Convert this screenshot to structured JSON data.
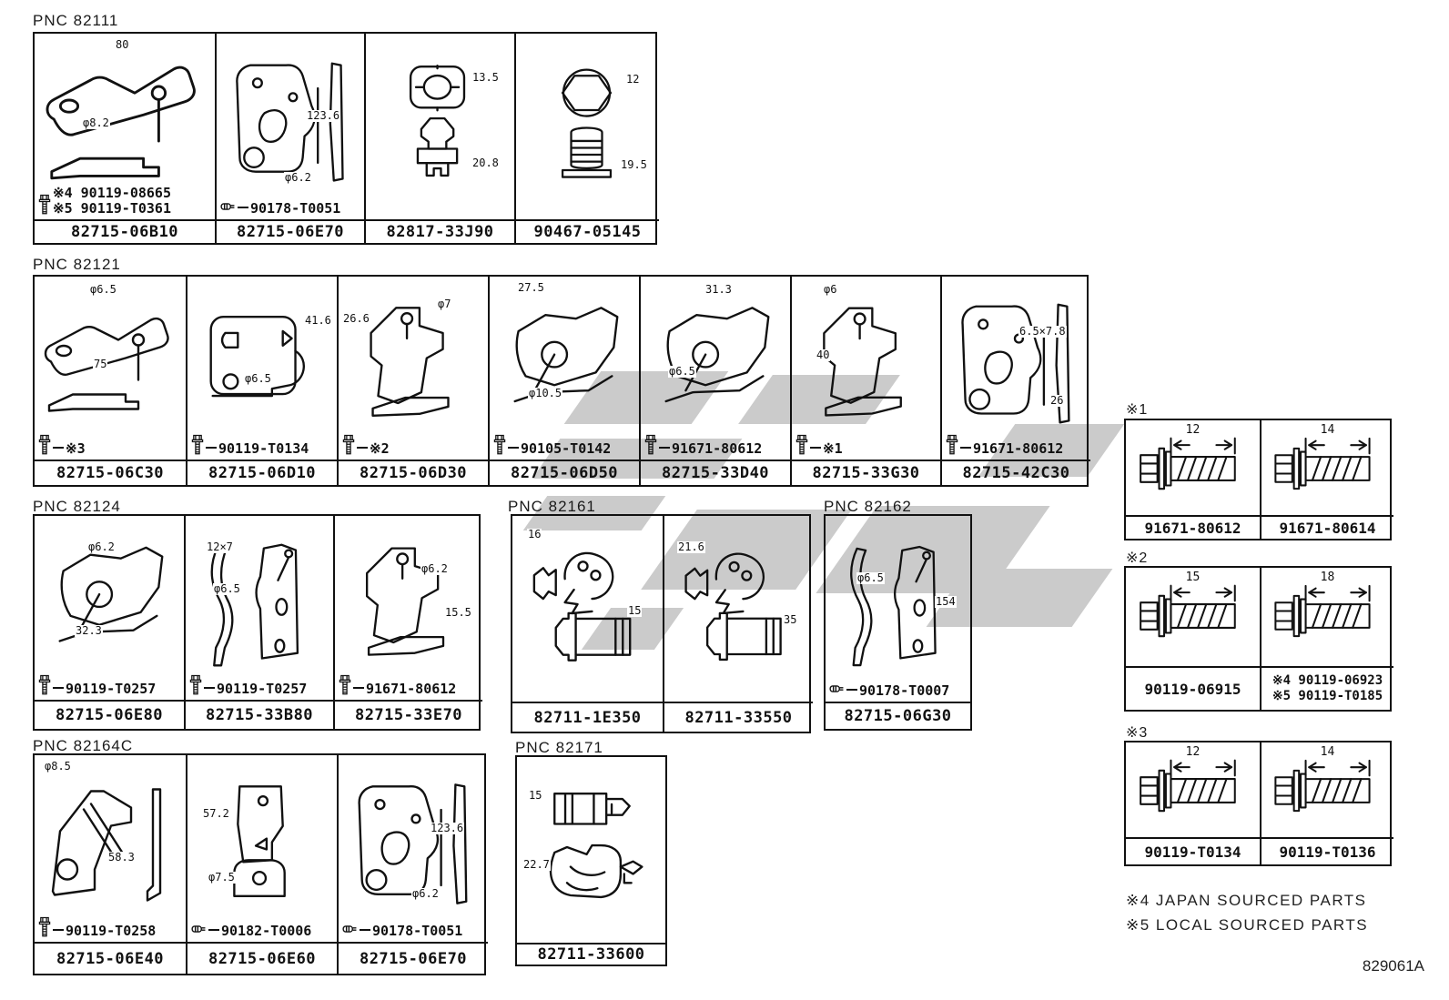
{
  "doc_number": "829061A",
  "notes": {
    "n4": "※4 JAPAN SOURCED PARTS",
    "n5": "※5 LOCAL SOURCED PARTS"
  },
  "groups": [
    {
      "pnc": "PNC 82111",
      "cells": [
        {
          "part": "82715-06B10",
          "dims": [
            "80",
            "φ8.2"
          ],
          "icon": "bolt",
          "fastener": [
            "※4 90119-08665",
            "※5 90119-T0361"
          ]
        },
        {
          "part": "82715-06E70",
          "dims": [
            "123.6",
            "φ6.2"
          ],
          "icon": "clip",
          "fastener": [
            "90178-T0051"
          ]
        },
        {
          "part": "82817-33J90",
          "dims": [
            "13.5",
            "20.8"
          ]
        },
        {
          "part": "90467-05145",
          "dims": [
            "12",
            "19.5"
          ]
        }
      ]
    },
    {
      "pnc": "PNC 82121",
      "cells": [
        {
          "part": "82715-06C30",
          "dims": [
            "φ6.5",
            "75"
          ],
          "icon": "bolt",
          "fastener": [
            "※3"
          ]
        },
        {
          "part": "82715-06D10",
          "dims": [
            "41.6",
            "φ6.5"
          ],
          "icon": "bolt",
          "fastener": [
            "90119-T0134"
          ]
        },
        {
          "part": "82715-06D30",
          "dims": [
            "26.6",
            "φ7"
          ],
          "icon": "bolt",
          "fastener": [
            "※2"
          ]
        },
        {
          "part": "82715-06D50",
          "dims": [
            "27.5",
            "φ10.5"
          ],
          "icon": "bolt",
          "fastener": [
            "90105-T0142"
          ]
        },
        {
          "part": "82715-33D40",
          "dims": [
            "31.3",
            "φ6.5"
          ],
          "icon": "bolt",
          "fastener": [
            "91671-80612"
          ]
        },
        {
          "part": "82715-33G30",
          "dims": [
            "φ6",
            "40"
          ],
          "icon": "bolt",
          "fastener": [
            "※1"
          ]
        },
        {
          "part": "82715-42C30",
          "dims": [
            "6.5×7.8",
            "26"
          ],
          "icon": "bolt",
          "fastener": [
            "91671-80612"
          ]
        }
      ]
    },
    {
      "pnc": "PNC 82124",
      "cells": [
        {
          "part": "82715-06E80",
          "dims": [
            "φ6.2",
            "32.3"
          ],
          "icon": "bolt",
          "fastener": [
            "90119-T0257"
          ]
        },
        {
          "part": "82715-33B80",
          "dims": [
            "12×7",
            "φ6.5"
          ],
          "icon": "bolt",
          "fastener": [
            "90119-T0257"
          ]
        },
        {
          "part": "82715-33E70",
          "dims": [
            "φ6.2",
            "15.5"
          ],
          "icon": "bolt",
          "fastener": [
            "91671-80612"
          ]
        }
      ]
    },
    {
      "pnc": "PNC 82161",
      "cells": [
        {
          "part": "82711-1E350",
          "dims": [
            "16",
            "15"
          ]
        },
        {
          "part": "82711-33550",
          "dims": [
            "21.6",
            "35"
          ]
        }
      ]
    },
    {
      "pnc": "PNC 82162",
      "cells": [
        {
          "part": "82715-06G30",
          "dims": [
            "φ6.5",
            "154"
          ],
          "icon": "clip",
          "fastener": [
            "90178-T0007"
          ]
        }
      ]
    },
    {
      "pnc": "PNC 82164C",
      "cells": [
        {
          "part": "82715-06E40",
          "dims": [
            "φ8.5",
            "58.3"
          ],
          "icon": "bolt",
          "fastener": [
            "90119-T0258"
          ]
        },
        {
          "part": "82715-06E60",
          "dims": [
            "57.2",
            "φ7.5"
          ],
          "icon": "clip",
          "fastener": [
            "90182-T0006"
          ]
        },
        {
          "part": "82715-06E70",
          "dims": [
            "123.6",
            "φ6.2"
          ],
          "icon": "clip",
          "fastener": [
            "90178-T0051"
          ]
        }
      ]
    },
    {
      "pnc": "PNC 82171",
      "cells": [
        {
          "part": "82711-33600",
          "dims": [
            "15",
            "22.7"
          ]
        }
      ]
    }
  ],
  "ref_tables": [
    {
      "label": "※1",
      "cells": [
        {
          "dim": "12",
          "parts": [
            "91671-80612"
          ]
        },
        {
          "dim": "14",
          "parts": [
            "91671-80614"
          ]
        }
      ]
    },
    {
      "label": "※2",
      "cells": [
        {
          "dim": "15",
          "parts": [
            "90119-06915"
          ]
        },
        {
          "dim": "18",
          "parts": [
            "※4 90119-06923",
            "※5 90119-T0185"
          ]
        }
      ]
    },
    {
      "label": "※3",
      "cells": [
        {
          "dim": "12",
          "parts": [
            "90119-T0134"
          ]
        },
        {
          "dim": "14",
          "parts": [
            "90119-T0136"
          ]
        }
      ]
    }
  ]
}
